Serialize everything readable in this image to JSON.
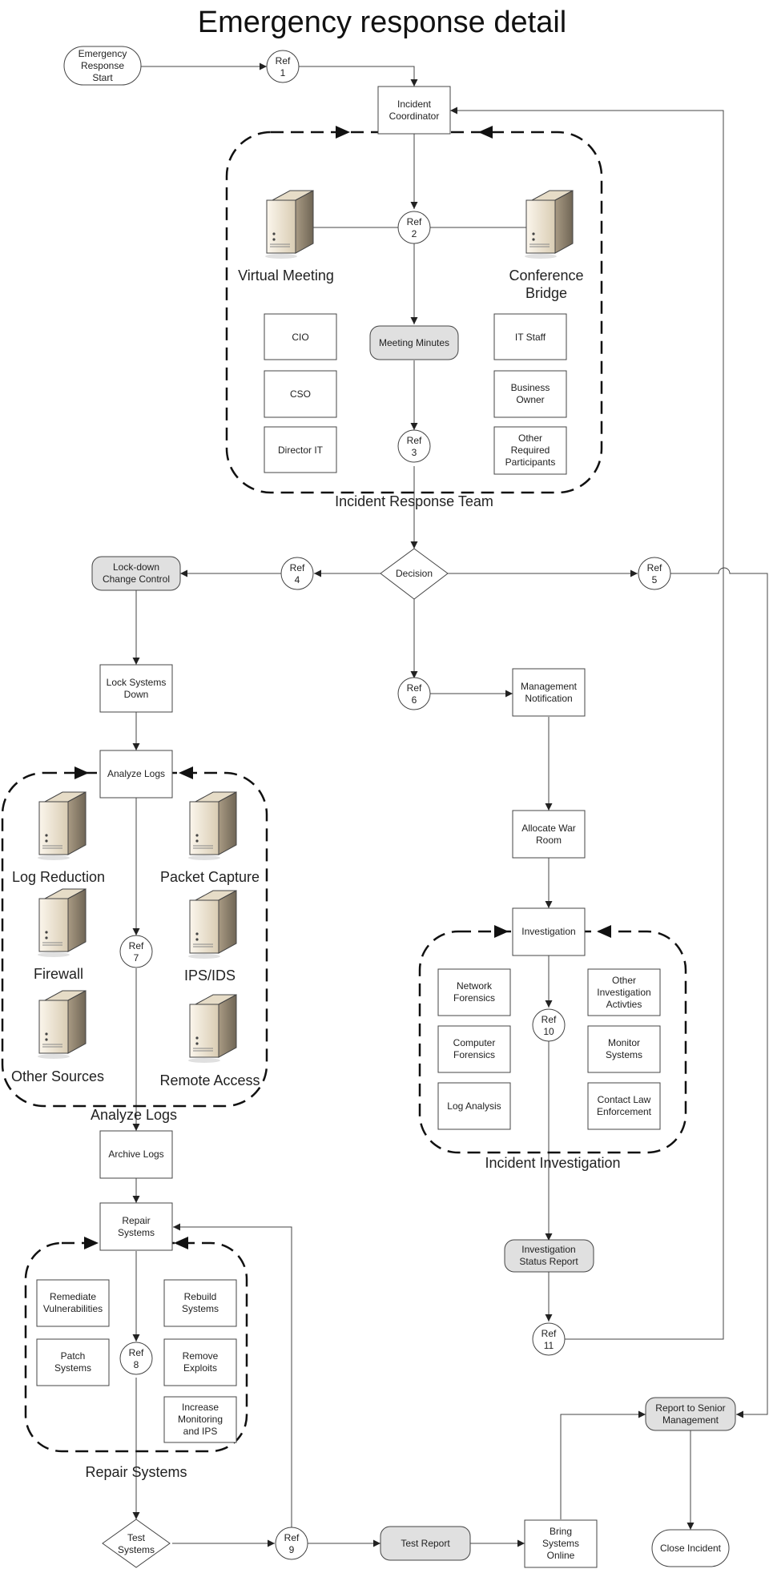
{
  "title": "Emergency response detail",
  "start": [
    "Emergency",
    "Response",
    "Start"
  ],
  "end": [
    "Close Incident"
  ],
  "nodes": {
    "incident_coordinator": [
      "Incident",
      "Coordinator"
    ],
    "meeting_minutes": [
      "Meeting Minutes"
    ],
    "cio": [
      "CIO"
    ],
    "cso": [
      "CSO"
    ],
    "director_it": [
      "Director IT"
    ],
    "it_staff": [
      "IT Staff"
    ],
    "business_owner": [
      "Business",
      "Owner"
    ],
    "other_participants": [
      "Other",
      "Required",
      "Participants"
    ],
    "decision": [
      "Decision"
    ],
    "lockdown_change_control": [
      "Lock-down",
      "Change Control"
    ],
    "lock_systems_down": [
      "Lock Systems",
      "Down"
    ],
    "analyze_logs": [
      "Analyze Logs"
    ],
    "archive_logs": [
      "Archive Logs"
    ],
    "repair_systems": [
      "Repair",
      "Systems"
    ],
    "remediate_vulnerabilities": [
      "Remediate",
      "Vulnerabilities"
    ],
    "patch_systems": [
      "Patch",
      "Systems"
    ],
    "rebuild_systems": [
      "Rebuild",
      "Systems"
    ],
    "remove_exploits": [
      "Remove",
      "Exploits"
    ],
    "increase_monitoring": [
      "Increase",
      "Monitoring",
      "and IPS"
    ],
    "test_systems": [
      "Test",
      "Systems"
    ],
    "test_report": [
      "Test Report"
    ],
    "bring_systems_online": [
      "Bring",
      "Systems",
      "Online"
    ],
    "management_notification": [
      "Management",
      "Notification"
    ],
    "allocate_war_room": [
      "Allocate War",
      "Room"
    ],
    "investigation": [
      "Investigation"
    ],
    "network_forensics": [
      "Network",
      "Forensics"
    ],
    "computer_forensics": [
      "Computer",
      "Forensics"
    ],
    "log_analysis": [
      "Log Analysis"
    ],
    "other_investigation": [
      "Other",
      "Investigation",
      "Activties"
    ],
    "monitor_systems": [
      "Monitor",
      "Systems"
    ],
    "contact_law": [
      "Contact Law",
      "Enforcement"
    ],
    "investigation_status_report": [
      "Investigation",
      "Status Report"
    ],
    "report_senior_mgmt": [
      "Report to Senior",
      "Management"
    ]
  },
  "refs": [
    "Ref 1",
    "Ref 2",
    "Ref 3",
    "Ref 4",
    "Ref 5",
    "Ref 6",
    "Ref 7",
    "Ref 8",
    "Ref 9",
    "Ref 10",
    "Ref 11"
  ],
  "servers": {
    "virtual_meeting": [
      "Virtual Meeting"
    ],
    "conference_bridge": [
      "Conference",
      "Bridge"
    ],
    "log_reduction": [
      "Log Reduction"
    ],
    "packet_capture": [
      "Packet Capture"
    ],
    "firewall": [
      "Firewall"
    ],
    "ips_ids": [
      "IPS/IDS"
    ],
    "other_sources": [
      "Other Sources"
    ],
    "remote_access": [
      "Remote Access"
    ]
  },
  "groups": {
    "incident_response_team": "Incident Response Team",
    "analyze_logs": "Analyze Logs",
    "repair_systems": "Repair Systems",
    "incident_investigation": "Incident Investigation"
  },
  "colors": {
    "stroke": "#444444",
    "gray_fill": "#e0e0e0",
    "server_light": "#f1e6d2",
    "server_dark": "#8f8474"
  }
}
